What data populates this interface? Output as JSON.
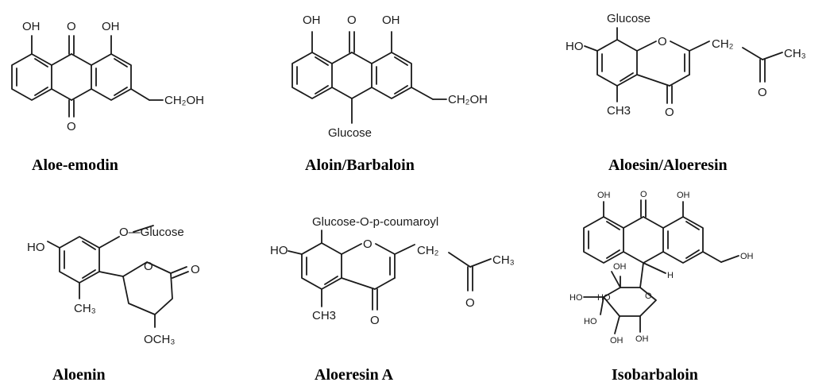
{
  "compounds": [
    {
      "name": "Aloe-emodin",
      "labels": {
        "oh_left": "OH",
        "oh_right": "OH",
        "oxo_top": "O",
        "oxo_bottom": "O",
        "ch2oh": "CH₂OH"
      }
    },
    {
      "name": "Aloin/Barbaloin",
      "labels": {
        "oh_left": "OH",
        "oh_right": "OH",
        "oxo_top": "O",
        "ch2oh": "CH₂OH",
        "glucose": "Glucose"
      }
    },
    {
      "name": "Aloesin/Aloeresin",
      "labels": {
        "glucose": "Glucose",
        "ho": "HO",
        "ring_o": "O",
        "ch2": "CH₂",
        "ch3": "CH₃",
        "ketone_o": "O",
        "oxo": "O",
        "ch3_bottom": "CH3"
      }
    },
    {
      "name": "Aloenin",
      "labels": {
        "glucose": "O—Glucose",
        "ho": "HO",
        "ch3": "CH₃",
        "ring_o": "O",
        "lactone_o": "O",
        "och3": "OCH₃"
      }
    },
    {
      "name": "Aloeresin A",
      "labels": {
        "glucose": "Glucose-O-p-coumaroyl",
        "ho": "HO",
        "ring_o": "O",
        "ch2": "CH₂",
        "ch3": "CH₃",
        "ketone_o": "O",
        "oxo": "O",
        "ch3_bottom": "CH3"
      }
    },
    {
      "name": "Isobarbaloin",
      "labels": {
        "oh_left": "OH",
        "oh_right": "OH",
        "oxo_top": "O",
        "ch2oh": "OH",
        "h": "H",
        "sugar_oh1": "HO",
        "sugar_o": "O",
        "sugar_oh2": "OH",
        "sugar_oh3": "HO",
        "sugar_oh4": "OH",
        "sugar_oh5": "OH",
        "sugar_oh6": "HO"
      }
    }
  ]
}
